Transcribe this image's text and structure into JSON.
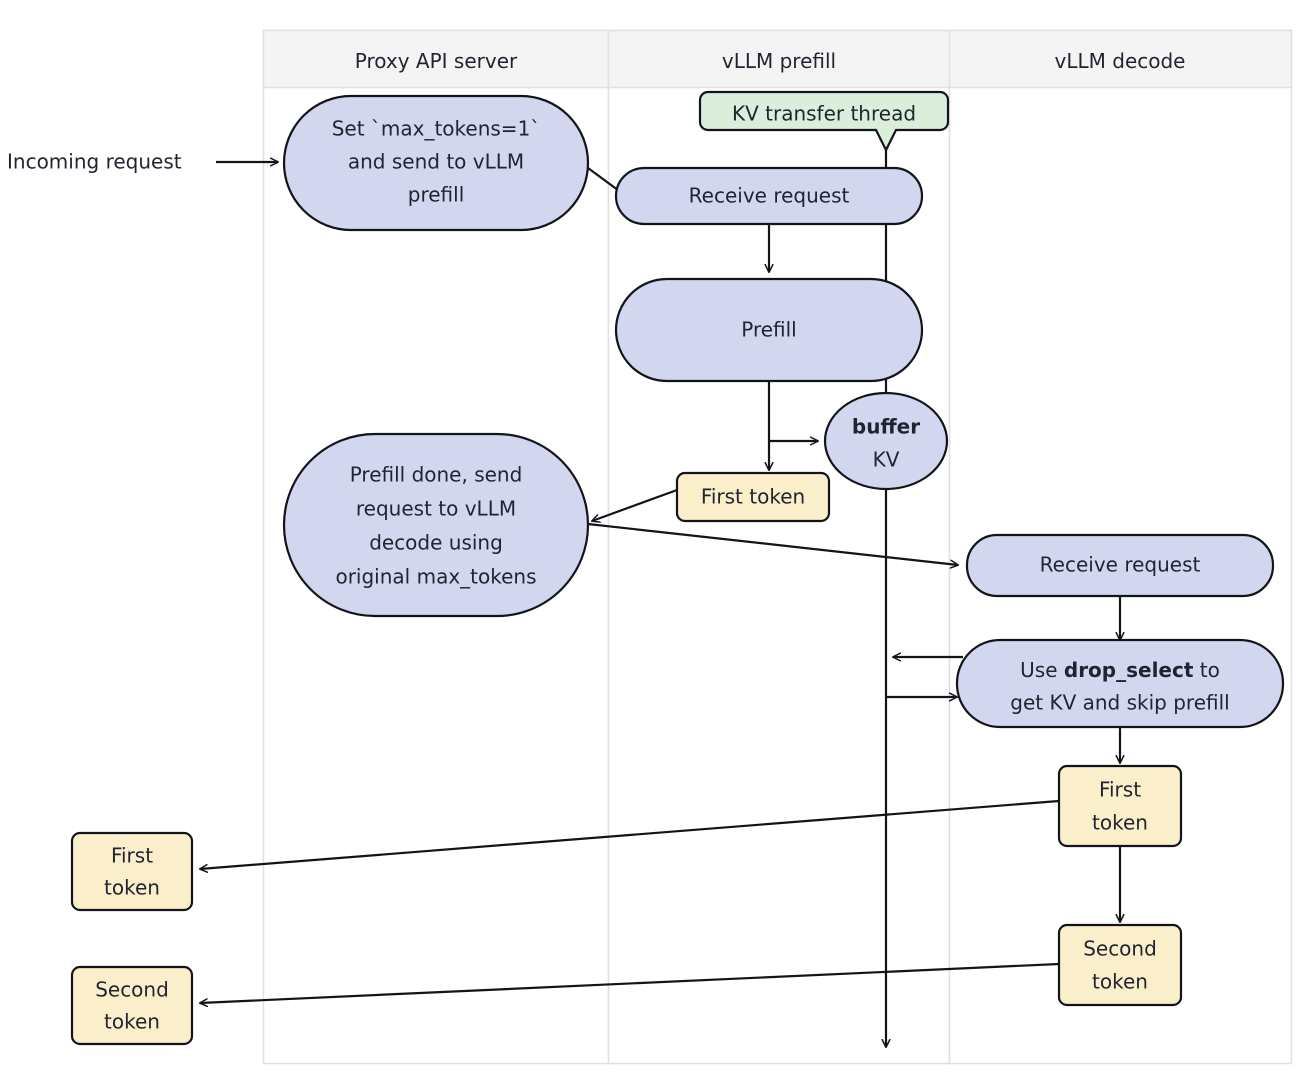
{
  "diagram": {
    "title": "vLLM disaggregated prefill/decode request flow",
    "background_color": "#ffffff",
    "lane_header_color": "#f4f4f4",
    "process_node_color": "#d2d6ee",
    "note_node_color": "#dbeedb",
    "token_node_color": "#fbeeca",
    "stroke_color": "#12141a"
  },
  "lanes": [
    {
      "id": "proxy",
      "label": "Proxy API server"
    },
    {
      "id": "prefill",
      "label": "vLLM prefill"
    },
    {
      "id": "decode",
      "label": "vLLM decode"
    }
  ],
  "external_labels": [
    {
      "id": "incoming-request",
      "text": "Incoming request"
    }
  ],
  "nodes": [
    {
      "id": "proxy-set-max-tokens",
      "lane": "proxy",
      "shape": "stadium",
      "kind": "process",
      "lines": [
        "Set `max_tokens=1`",
        "and send to vLLM",
        "prefill"
      ]
    },
    {
      "id": "kv-transfer-thread",
      "lane": "prefill",
      "shape": "note-callout",
      "kind": "note",
      "lines": [
        "KV transfer thread"
      ]
    },
    {
      "id": "prefill-receive-request",
      "lane": "prefill",
      "shape": "stadium",
      "kind": "process",
      "lines": [
        "Receive request"
      ]
    },
    {
      "id": "prefill-prefill",
      "lane": "prefill",
      "shape": "stadium",
      "kind": "process",
      "lines": [
        "Prefill"
      ]
    },
    {
      "id": "buffer-kv",
      "lane": "prefill",
      "shape": "ellipse",
      "kind": "process",
      "lines": [
        "buffer",
        "KV"
      ],
      "bold_lines": [
        true,
        false
      ]
    },
    {
      "id": "prefill-first-token",
      "lane": "prefill",
      "shape": "rect",
      "kind": "token",
      "lines": [
        "First token"
      ]
    },
    {
      "id": "proxy-prefill-done",
      "lane": "proxy",
      "shape": "stadium",
      "kind": "process",
      "lines": [
        "Prefill done, send",
        "request to vLLM",
        "decode using",
        "original max_tokens"
      ]
    },
    {
      "id": "decode-receive-request",
      "lane": "decode",
      "shape": "stadium",
      "kind": "process",
      "lines": [
        "Receive request"
      ]
    },
    {
      "id": "decode-drop-select",
      "lane": "decode",
      "shape": "stadium",
      "kind": "process",
      "rich_lines": [
        [
          {
            "t": "Use ",
            "b": false
          },
          {
            "t": "drop_select",
            "b": true
          },
          {
            "t": " to",
            "b": false
          }
        ],
        [
          {
            "t": "get KV and skip prefill",
            "b": false
          }
        ]
      ]
    },
    {
      "id": "decode-first-token",
      "lane": "decode",
      "shape": "rect",
      "kind": "token",
      "lines": [
        "First",
        "token"
      ]
    },
    {
      "id": "decode-second-token",
      "lane": "decode",
      "shape": "rect",
      "kind": "token",
      "lines": [
        "Second",
        "token"
      ]
    },
    {
      "id": "out-first-token",
      "lane": "external",
      "shape": "rect",
      "kind": "token",
      "lines": [
        "First",
        "token"
      ]
    },
    {
      "id": "out-second-token",
      "lane": "external",
      "shape": "rect",
      "kind": "token",
      "lines": [
        "Second",
        "token"
      ]
    }
  ],
  "edges": [
    {
      "id": "e-incoming",
      "from": "incoming-request",
      "to": "proxy-set-max-tokens",
      "label": ""
    },
    {
      "id": "e-proxy-to-prefill",
      "from": "proxy-set-max-tokens",
      "to": "prefill-receive-request",
      "label": ""
    },
    {
      "id": "e-receive-to-prefill",
      "from": "prefill-receive-request",
      "to": "prefill-prefill",
      "label": ""
    },
    {
      "id": "e-prefill-to-token",
      "from": "prefill-prefill",
      "to": "prefill-first-token",
      "label": ""
    },
    {
      "id": "e-prefill-to-buffer",
      "from": "prefill-prefill",
      "to": "buffer-kv",
      "label": ""
    },
    {
      "id": "e-token-to-proxy",
      "from": "prefill-first-token",
      "to": "proxy-prefill-done",
      "label": ""
    },
    {
      "id": "e-proxy-to-decode",
      "from": "proxy-prefill-done",
      "to": "decode-receive-request",
      "label": ""
    },
    {
      "id": "e-decode-recv-to-drop",
      "from": "decode-receive-request",
      "to": "decode-drop-select",
      "label": ""
    },
    {
      "id": "e-drop-to-kvline",
      "from": "decode-drop-select",
      "to": "kv-transfer-thread",
      "label": ""
    },
    {
      "id": "e-kvline-to-drop",
      "from": "kv-transfer-thread",
      "to": "decode-drop-select",
      "label": ""
    },
    {
      "id": "e-drop-to-first",
      "from": "decode-drop-select",
      "to": "decode-first-token",
      "label": ""
    },
    {
      "id": "e-first-to-second",
      "from": "decode-first-token",
      "to": "decode-second-token",
      "label": ""
    },
    {
      "id": "e-first-out",
      "from": "decode-first-token",
      "to": "out-first-token",
      "label": ""
    },
    {
      "id": "e-second-out",
      "from": "decode-second-token",
      "to": "out-second-token",
      "label": ""
    },
    {
      "id": "e-kv-thread-line",
      "from": "kv-transfer-thread",
      "to": "diagram-bottom",
      "label": ""
    }
  ]
}
